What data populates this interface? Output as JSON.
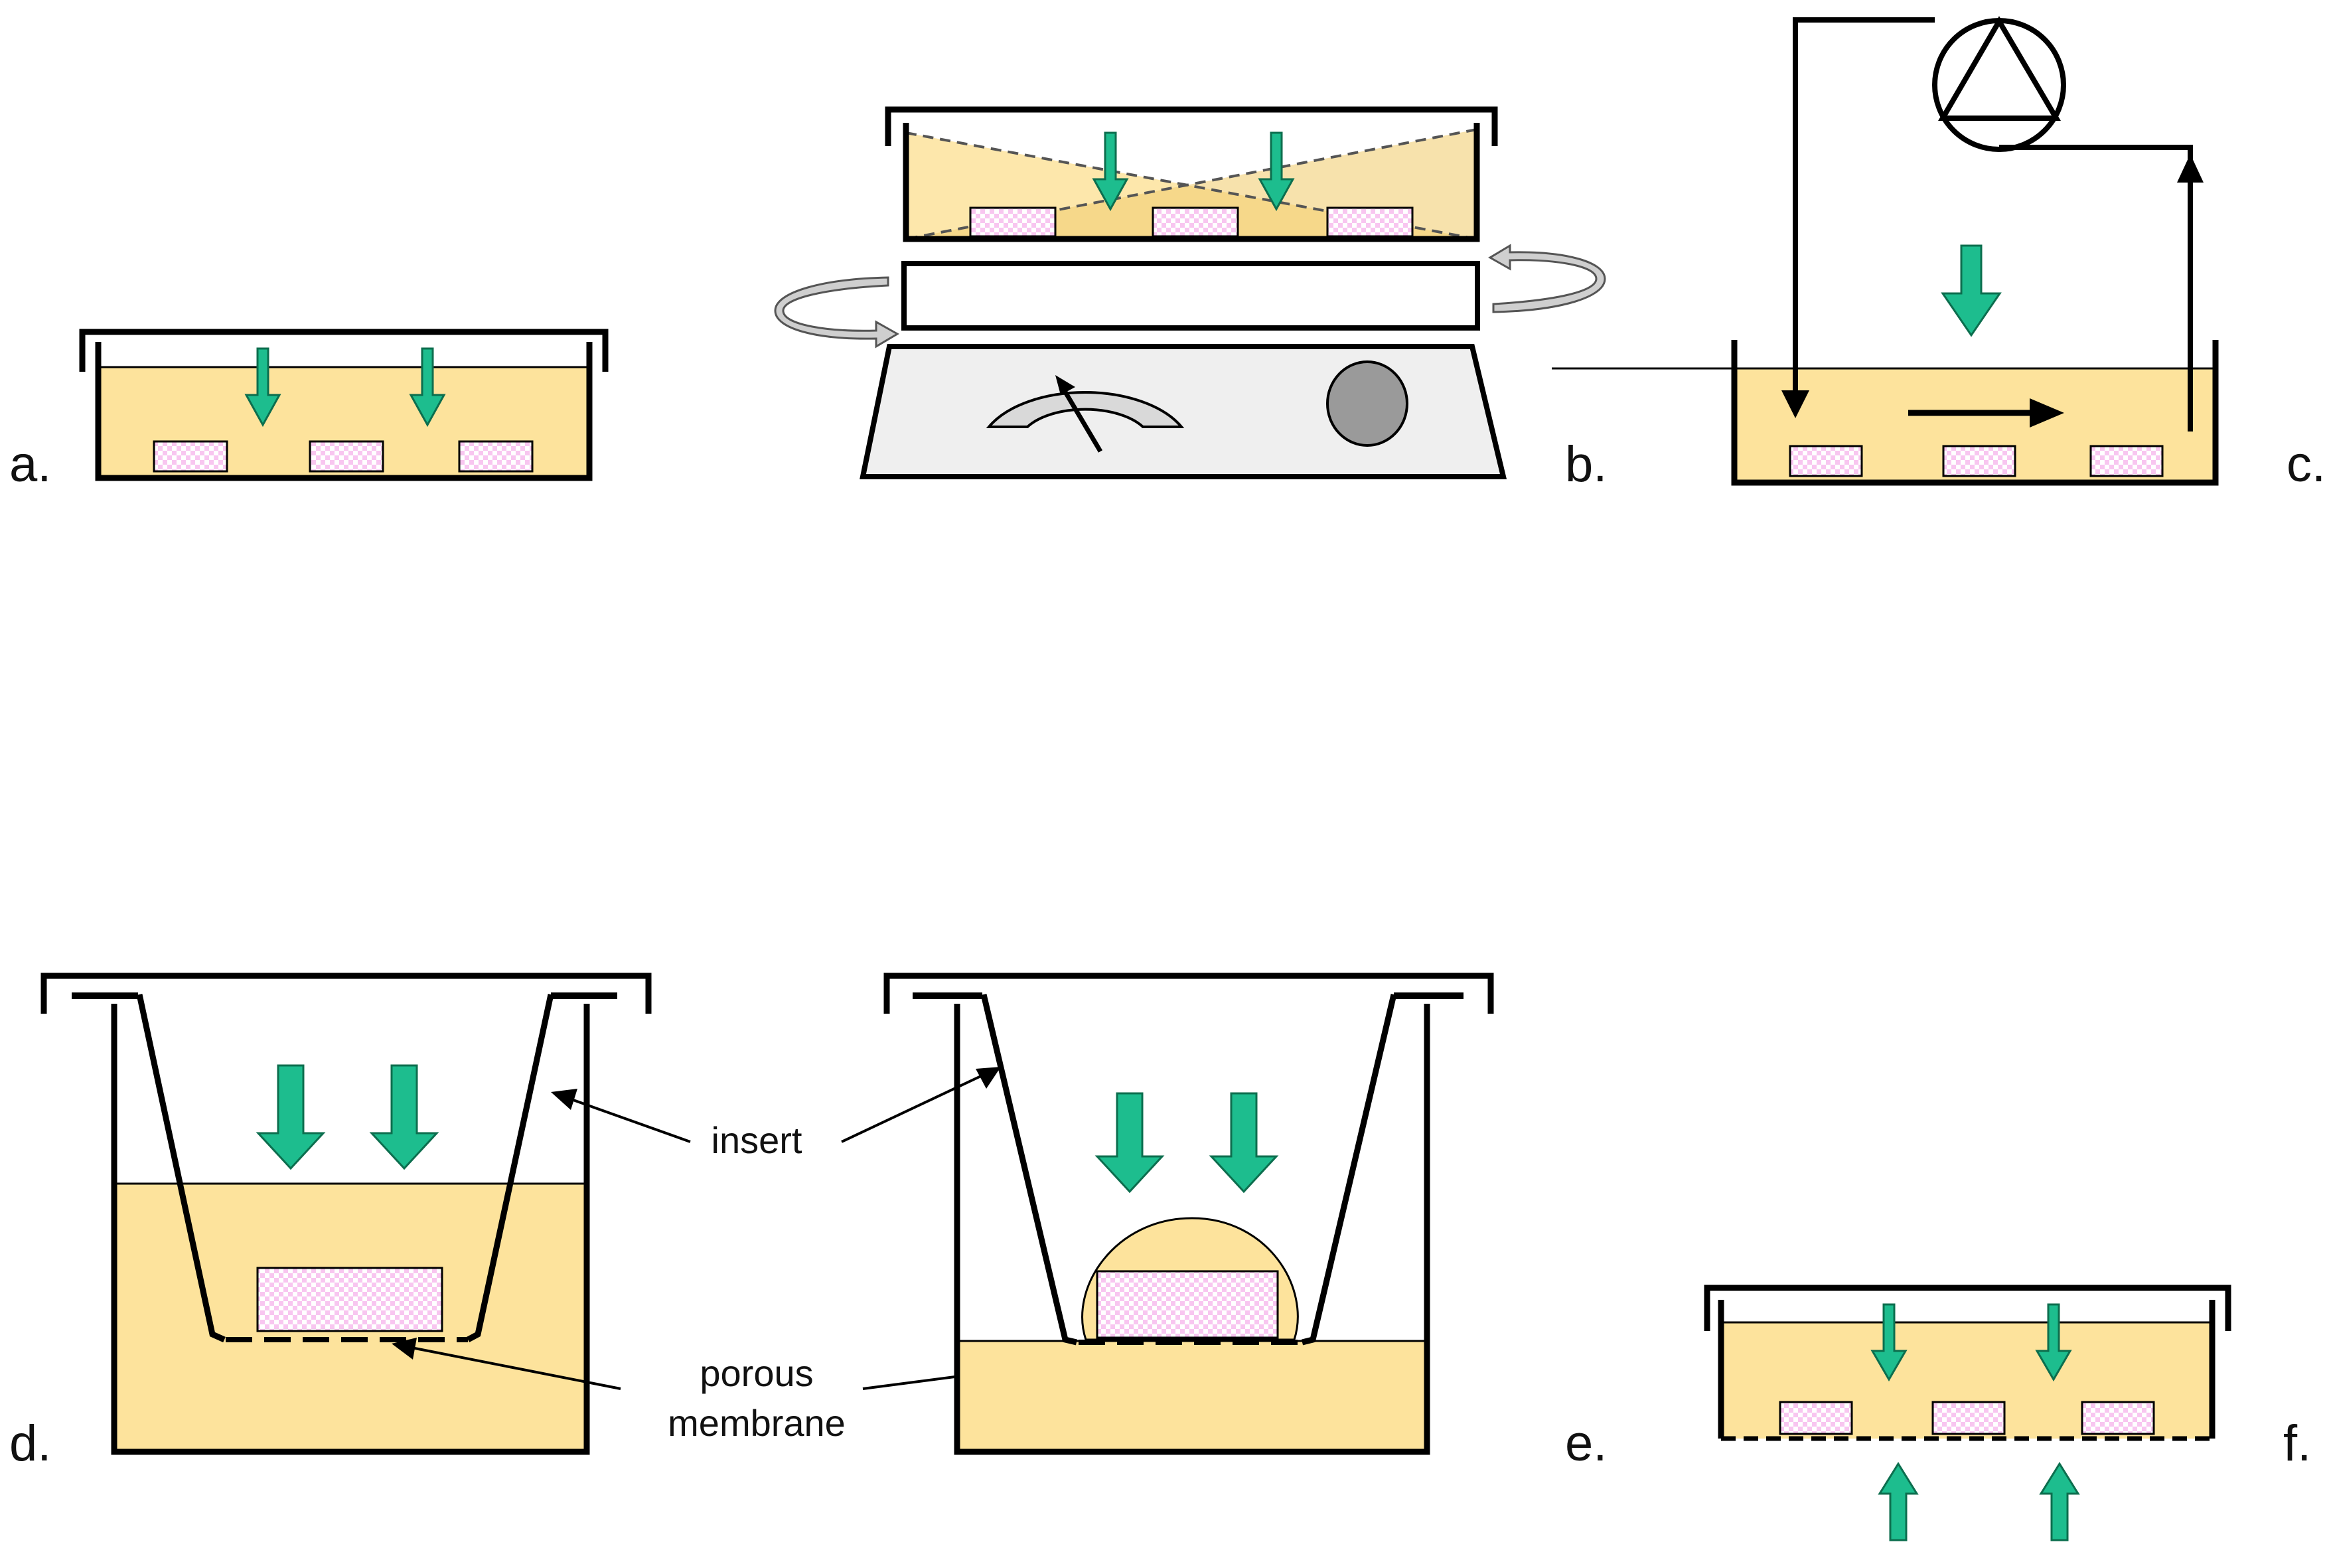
{
  "labels": {
    "a": "a.",
    "b": "b.",
    "c": "c.",
    "d": "d.",
    "e": "e.",
    "f": "f."
  },
  "callouts": {
    "insert": "insert",
    "porous_line1": "porous",
    "porous_line2": "membrane"
  },
  "colors": {
    "medium": "#fde39c",
    "medium_dark": "#f2cf74",
    "flow_arrow": "#1dbd8e",
    "flow_arrow_edge": "#0c6e4e",
    "sample_check_a": "#f8c6f0",
    "sample_check_b": "#ffffff",
    "shaker_base": "#efefef",
    "knob": "#9a9a9a",
    "rotation_arrow": "#cfcfcf"
  }
}
